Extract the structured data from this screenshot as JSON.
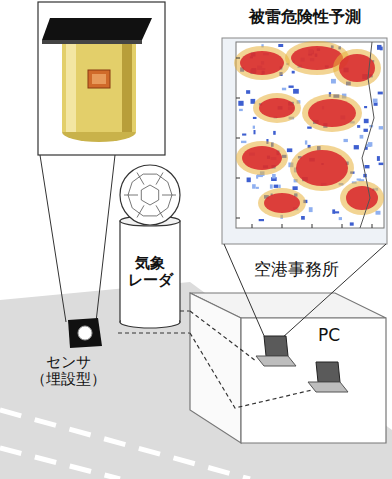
{
  "diagram": {
    "nodes": [
      {
        "text": [
          "被雷危険性予測"
        ]
      },
      {
        "text": [
          "気象 レーダ"
        ]
      },
      {
        "text": [
          "空港事務所",
          "PC"
        ]
      },
      {
        "text": [
          "センサ （埋設型）"
        ]
      }
    ],
    "edges": [
      {
        "from": 3,
        "to": 2,
        "arrow": "none"
      },
      {
        "from": 1,
        "to": 2,
        "arrow": "none"
      }
    ]
  }
}
